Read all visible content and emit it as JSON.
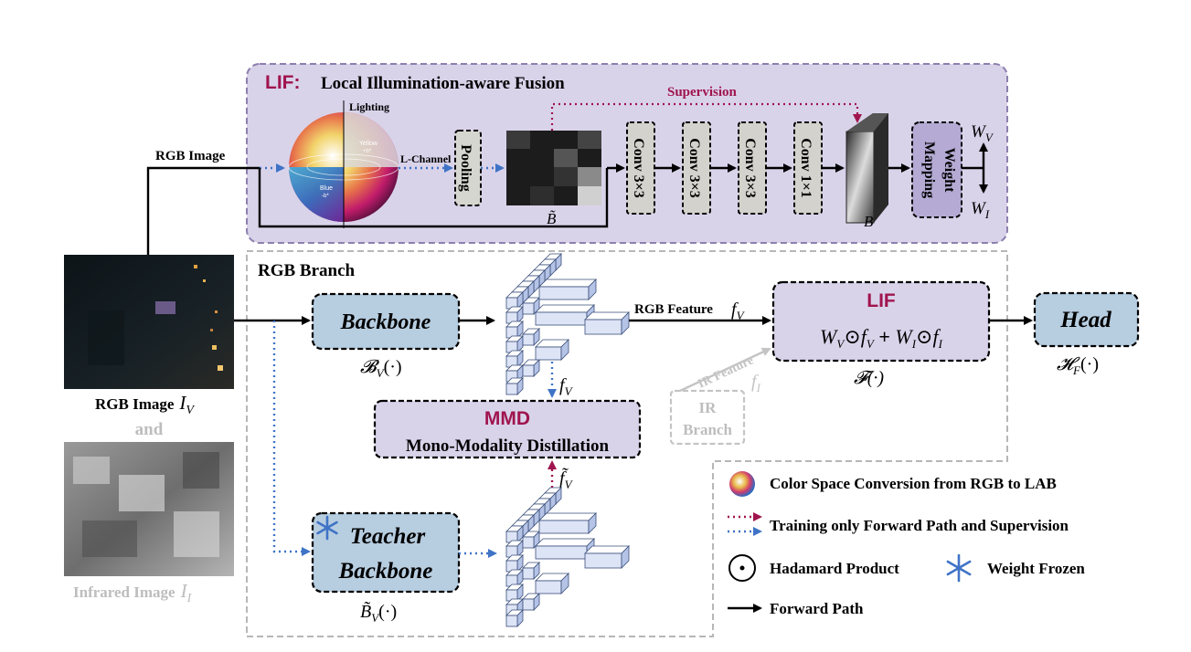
{
  "lif_panel": {
    "acronym": "LIF:",
    "title": "Local Illumination-aware Fusion",
    "supervision": "Supervision",
    "lighting": "Lighting",
    "yellow_label": "Yellow",
    "yellow_sub": "+b*",
    "blue_label": "Blue",
    "blue_sub": "-b*",
    "l_channel": "L-Channel",
    "pooling": "Pooling",
    "b_tilde": "B̃",
    "conv_labels": [
      "Conv 3×3",
      "Conv 3×3",
      "Conv 3×3",
      "Conv 1×1"
    ],
    "b_label": "B",
    "weight_mapping_line1": "Weight",
    "weight_mapping_line2": "Mapping",
    "wv_base": "W",
    "wv_sub": "V",
    "wi_base": "W",
    "wi_sub": "I"
  },
  "inputs": {
    "rgb_image_top": "RGB Image",
    "rgb_caption": "RGB Image",
    "rgb_symbol": "I",
    "rgb_symbol_sub": "V",
    "and": "and",
    "ir_caption": "Infrared Image",
    "ir_symbol": "I",
    "ir_symbol_sub": "I"
  },
  "rgb_branch": {
    "title": "RGB Branch",
    "backbone": "Backbone",
    "backbone_fn": "𝓑",
    "backbone_fn_sub": "V",
    "backbone_fn_arg": "(·)",
    "rgb_feature": "RGB Feature",
    "fv": "f",
    "fv_sub": "V",
    "lif_acronym": "LIF",
    "lif_formula": "W_V⊙f_V + W_I⊙f_I",
    "lif_fn": "𝓕(·)",
    "head": "Head",
    "head_fn": "𝓗",
    "head_fn_sub": "F",
    "head_fn_arg": "(·)",
    "fv_mmd": "f",
    "fv_mmd_sub": "V",
    "ir_feature": "IR Feature",
    "fi": "f",
    "fi_sub": "I",
    "ir_branch_line1": "IR",
    "ir_branch_line2": "Branch",
    "mmd_acronym": "MMD",
    "mmd_title": "Mono-Modality Distillation",
    "fv_teacher": "f̃",
    "fv_teacher_sub": "V",
    "teacher_line1": "Teacher",
    "teacher_line2": "Backbone",
    "teacher_fn": "B̃",
    "teacher_fn_sub": "V",
    "teacher_fn_arg": "(·)"
  },
  "legend": {
    "color_space": "Color Space Conversion from RGB to LAB",
    "training_only": "Training only Forward Path and Supervision",
    "hadamard": "Hadamard Product",
    "hadamard_symbol": "⊙",
    "weight_frozen": "Weight Frozen",
    "forward_path": "Forward Path"
  },
  "colors": {
    "lif_bg": "#d9d3ea",
    "lif_border": "#8e7fae",
    "accent_red": "#a0144e",
    "blue_box": "#b7cde0",
    "dashed_gray": "#b7b7b7",
    "blue_arrow": "#3f73c6",
    "gray_text": "#bdbdbd"
  },
  "icons": [
    "color-sphere-icon",
    "snowflake-icon",
    "hadamard-icon",
    "cube-stack-icon",
    "weight-map-icon"
  ]
}
